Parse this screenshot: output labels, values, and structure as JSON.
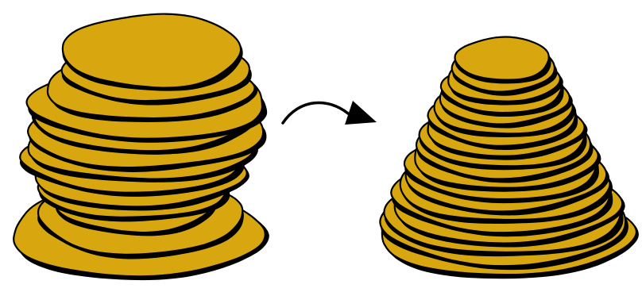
{
  "colors": {
    "background": "#ffffff",
    "disc_fill": "#D8A710",
    "disc_outline": "#000000",
    "arrow": "#000000"
  },
  "diagram": {
    "left_stack": {
      "shape": "irregular-unsorted-stack",
      "layers": 13
    },
    "arrow": {
      "icon": "curved-arrow-right",
      "meaning": "transforms-into"
    },
    "right_stack": {
      "shape": "sorted-cone-stack",
      "layers": 19
    }
  }
}
